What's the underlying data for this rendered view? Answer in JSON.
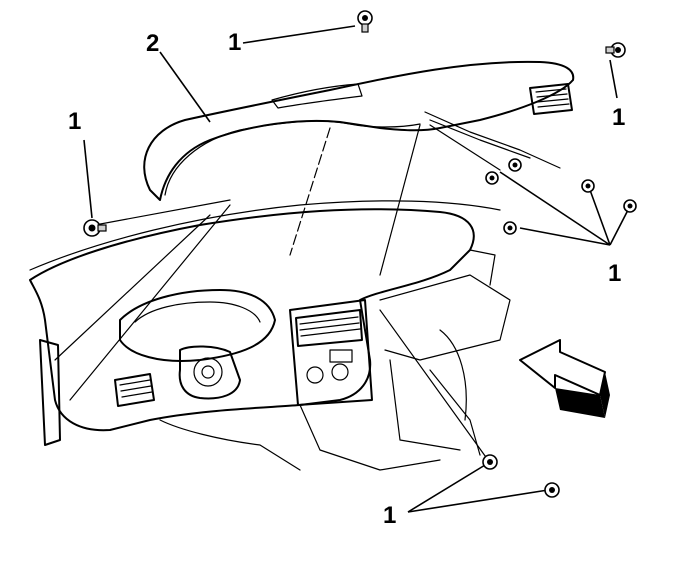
{
  "callouts": {
    "c1_top": "1",
    "c2_top": "2",
    "c1_left": "1",
    "c1_right": "1",
    "c1_mid_right": "1",
    "c1_bottom": "1"
  },
  "colors": {
    "line": "#000000",
    "background": "#ffffff",
    "shade": "#cfcfcf"
  }
}
